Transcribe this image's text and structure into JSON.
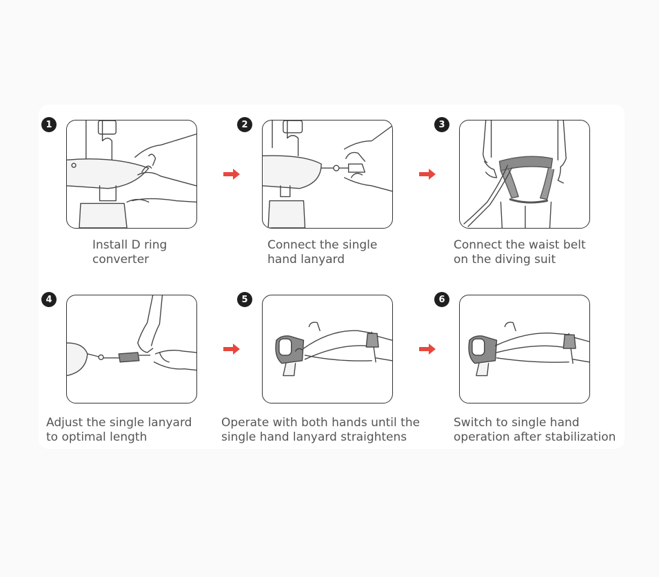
{
  "accent_color": "#e8473e",
  "steps": [
    {
      "number": "1",
      "caption_line1": "Install D ring",
      "caption_line2": "converter"
    },
    {
      "number": "2",
      "caption_line1": "Connect the single",
      "caption_line2": "hand lanyard"
    },
    {
      "number": "3",
      "caption_line1": "Connect the waist belt",
      "caption_line2": "on the diving suit"
    },
    {
      "number": "4",
      "caption_line1": "Adjust the single lanyard",
      "caption_line2": "to optimal length"
    },
    {
      "number": "5",
      "caption_line1": "Operate with both hands until the",
      "caption_line2": "single hand lanyard straightens"
    },
    {
      "number": "6",
      "caption_line1": "Switch to single hand",
      "caption_line2": "operation after stabilization"
    }
  ],
  "arrow_icon": "arrow-right-icon"
}
